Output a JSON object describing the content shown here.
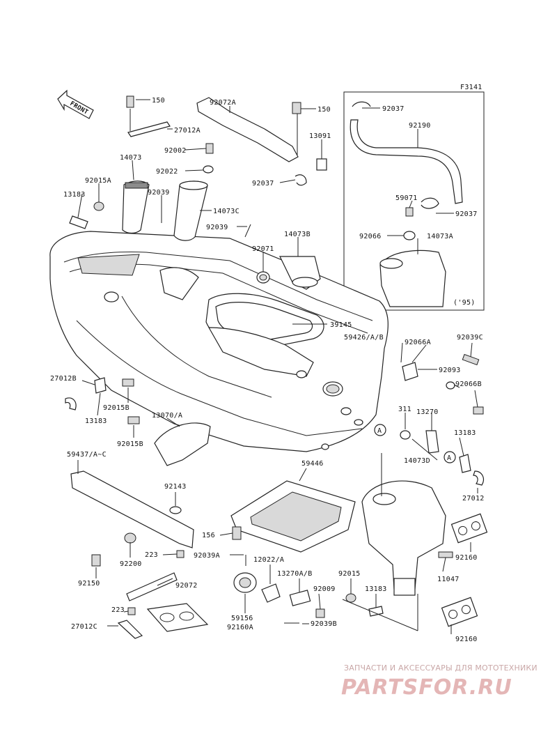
{
  "figure_code": "F3141",
  "front_label": "FRONT",
  "inset_year": "('95)",
  "callout_a": "A",
  "part_labels": {
    "p150a": "150",
    "p27012a": "27012A",
    "p92072a": "92072A",
    "p150b": "150",
    "p92037a": "92037",
    "p92190": "92190",
    "p13091": "13091",
    "p92002": "92002",
    "p14073": "14073",
    "p92022": "92022",
    "p92037b": "92037",
    "p92015a": "92015A",
    "p13183a": "13183",
    "p92039a": "92039",
    "p14073c": "14073C",
    "p59071": "59071",
    "p92037c": "92037",
    "p92039b": "92039",
    "p14073b": "14073B",
    "p92066": "92066",
    "p14073a": "14073A",
    "p92071": "92071",
    "p39145": "39145",
    "p59426": "59426/A/B",
    "p92066a": "92066A",
    "p92039c": "92039C",
    "p92093": "92093",
    "p27012b": "27012B",
    "p92066b": "92066B",
    "p92015b1": "92015B",
    "p13183b": "13183",
    "p13070": "13070/A",
    "p311": "311",
    "p13270": "13270",
    "p92015b2": "92015B",
    "p13183c": "13183",
    "p59437": "59437/A~C",
    "p14073d": "14073D",
    "p59446": "59446",
    "p27012": "27012",
    "p92143": "92143",
    "p156": "156",
    "p92160a": "92160",
    "p223a": "223",
    "p92200": "92200",
    "p92039aa": "92039A",
    "p12022": "12022/A",
    "p11047": "11047",
    "p92150": "92150",
    "p92072": "92072",
    "p13270ab": "13270A/B",
    "p92015": "92015",
    "p92009": "92009",
    "p13183d": "13183",
    "p223b": "223",
    "p59156": "59156",
    "p27012c": "27012C",
    "p92160a2": "92160A",
    "p92039bb": "92039B",
    "p92160b": "92160"
  },
  "watermark": {
    "line1": "ЗАПЧАСТИ И АКСЕССУАРЫ ДЛЯ МОТОТЕХНИКИ",
    "line2": "PARTSFOR.RU"
  }
}
